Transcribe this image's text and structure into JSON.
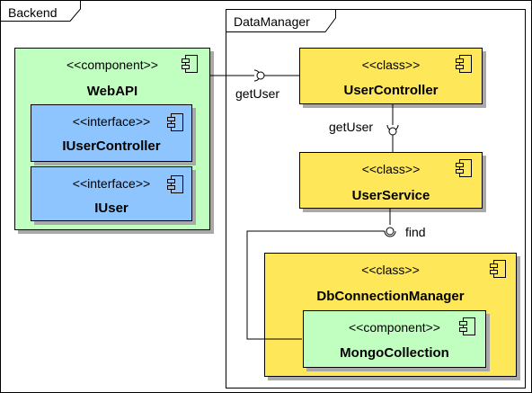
{
  "backend": {
    "label": "Backend"
  },
  "datamanager": {
    "label": "DataManager"
  },
  "webapi": {
    "stereotype": "<<component>>",
    "name": "WebAPI",
    "iusercontroller": {
      "stereotype": "<<interface>>",
      "name": "IUserController"
    },
    "iuser": {
      "stereotype": "<<interface>>",
      "name": "IUser"
    }
  },
  "usercontroller": {
    "stereotype": "<<class>>",
    "name": "UserController"
  },
  "userservice": {
    "stereotype": "<<class>>",
    "name": "UserService"
  },
  "dbconnectionmanager": {
    "stereotype": "<<class>>",
    "name": "DbConnectionManager",
    "mongocollection": {
      "stereotype": "<<component>>",
      "name": "MongoCollection"
    }
  },
  "connectors": {
    "getuser_webapi": "getUser",
    "getuser_service": "getUser",
    "find": "find"
  },
  "colors": {
    "component_green": "#c0ffc0",
    "interface_blue": "#8ec5ff",
    "class_yellow": "#ffe75a",
    "shadow": "#a9a9a9"
  },
  "icons": [
    "component-icon"
  ]
}
